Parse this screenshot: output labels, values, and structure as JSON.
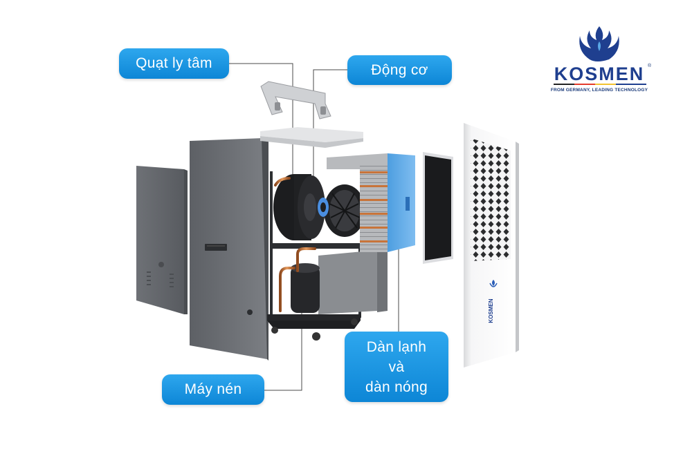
{
  "brand": {
    "name": "KOSMEN",
    "reg_mark": "®",
    "tagline": "FROM GERMANY, LEADING TECHNOLOGY",
    "colors": {
      "navy": "#1f3f8f",
      "stripe_red": "#e43b2c",
      "stripe_yellow": "#f2c230",
      "stripe_black": "#222222"
    }
  },
  "product_logo_text": "KOSMEN",
  "callouts": {
    "centrifugal_fan": "Quạt ly tâm",
    "motor": "Động cơ",
    "compressor": "Máy nén",
    "coil_line1": "Dàn lạnh",
    "coil_line2": "và",
    "coil_line3": "dàn nóng"
  },
  "colors": {
    "callout_blue": "#1a96e3",
    "leader_line": "#444444",
    "panel_gray": "#6b6e73",
    "copper": "#c8743a",
    "accent_blue": "#5aa8e6"
  }
}
